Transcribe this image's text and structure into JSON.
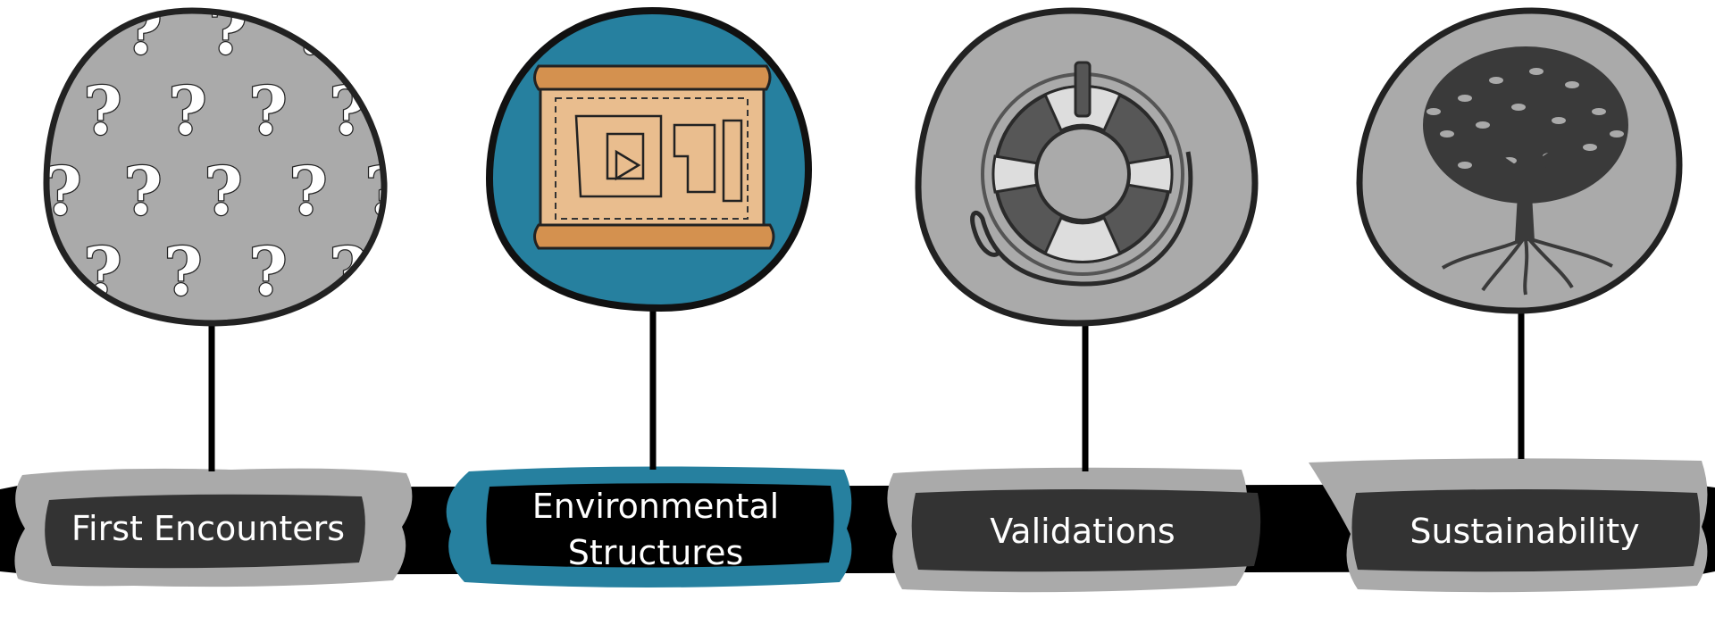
{
  "steps": [
    {
      "label_lines": [
        "First Encounters"
      ],
      "icon": "question-marks-icon",
      "bubble_color": "#aaaaaa",
      "active": false
    },
    {
      "label_lines": [
        "Environmental",
        "Structures"
      ],
      "icon": "blueprint-scroll-icon",
      "bubble_color": "#26809f",
      "active": true
    },
    {
      "label_lines": [
        "Validations"
      ],
      "icon": "life-buoy-icon",
      "bubble_color": "#aaaaaa",
      "active": false
    },
    {
      "label_lines": [
        "Sustainability"
      ],
      "icon": "tree-icon",
      "bubble_color": "#aaaaaa",
      "active": false
    }
  ],
  "colors": {
    "track": "#000000",
    "label_bg": "#333333",
    "inactive_brush": "#aaaaaa",
    "active_brush": "#26809f",
    "outline": "#222222",
    "scroll": "#e9bd8e",
    "scroll_roll": "#d4914f"
  }
}
